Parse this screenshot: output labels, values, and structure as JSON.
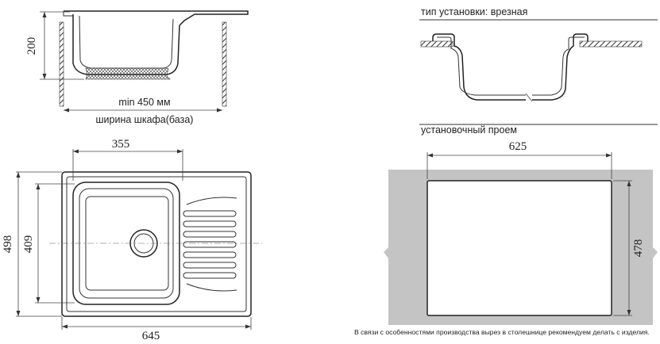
{
  "side_view": {
    "depth": "200",
    "min_width": "min 450 мм",
    "cabinet_width": "ширина шкафа(база)"
  },
  "top_view": {
    "bowl_width": "355",
    "total_depth": "498",
    "bowl_depth": "409",
    "total_width": "645"
  },
  "install_type": {
    "label": "тип установки: врезная"
  },
  "cutout": {
    "label": "установочный проем",
    "width": "625",
    "depth": "478",
    "fill_color": "#c4c4c4"
  },
  "footnote": "В связи с особенностями производства вырез в столешнице рекомендуем делать с изделия."
}
